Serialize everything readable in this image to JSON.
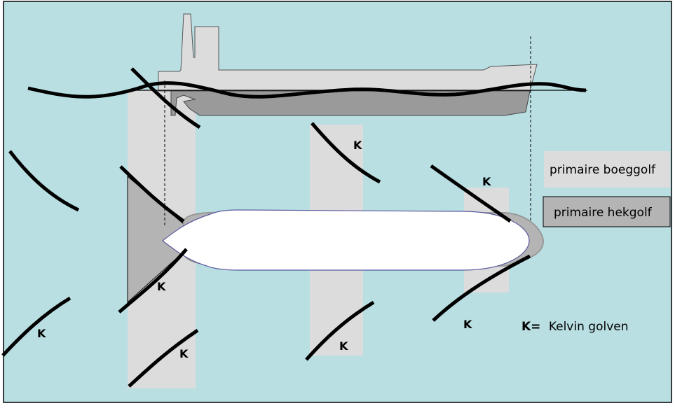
{
  "legend": {
    "primary_bow_wave": "primaire boeggolf",
    "primary_stern_wave": "primaire hekgolf"
  },
  "kelvin_note": {
    "symbol": "K=",
    "text": "Kelvin golven"
  },
  "kelvin_marker": "K",
  "colors": {
    "water": "#b9dfe3",
    "bow_wave_band": "#dcdcdc",
    "stern_wave_region": "#b4b4b4",
    "hull_above_water": "#dcdcdc",
    "hull_below_water": "#9a9a9a",
    "deck_view_hull": "#ffffff",
    "wave_line": "#000000"
  }
}
